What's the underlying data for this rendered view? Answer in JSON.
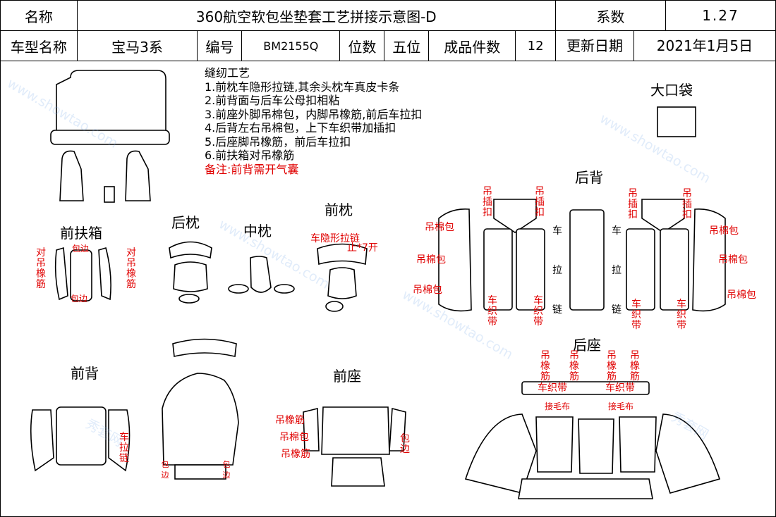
{
  "header": {
    "name_label": "名称",
    "title": "360航空软包坐垫套工艺拼接示意图-D",
    "coef_label": "系数",
    "coef_value": "1.27",
    "model_label": "车型名称",
    "model_value": "宝马3系",
    "code_label": "编号",
    "code_value": "BM2155Q",
    "seats_label": "位数",
    "seats_value": "五位",
    "pieces_label": "成品件数",
    "pieces_value": "12",
    "date_label": "更新日期",
    "date_value": "2021年1月5日"
  },
  "craft": {
    "title": "缝纫工艺",
    "steps": [
      "1.前枕车隐形拉链,其余头枕车真皮卡条",
      "2.前背面与后车公母扣相粘",
      "3.前座外脚吊棉包，内脚吊橡筋,前后车拉扣",
      "4.后背左右吊棉包，上下车织带加插扣",
      "5.后座脚吊橡筋，前后车拉扣",
      "6.前扶箱对吊橡筋"
    ],
    "note": "备注:前背需开气囊"
  },
  "sections": {
    "big_pocket": "大口袋",
    "rear_back": "后背",
    "front_armrest": "前扶箱",
    "rear_pillow": "后枕",
    "middle_pillow": "中枕",
    "front_pillow": "前枕",
    "front_back": "前背",
    "front_seat": "前座",
    "rear_seat": "后座"
  },
  "annotations": {
    "hang_cotton": "吊棉包",
    "hang_insert_buckle": "吊插扣",
    "zipper": "车拉链",
    "webbing": "车织带",
    "pair_elastic": "对吊橡筋",
    "edge_wrap": "包边",
    "hidden_zipper": "车隐形拉链",
    "stop_open": "止*7开",
    "hang_elastic": "吊橡筋",
    "joint_wool": "接毛布",
    "webbing_rear": "车织带"
  },
  "watermarks": [
    "秀套网",
    "www.showtao.com"
  ]
}
